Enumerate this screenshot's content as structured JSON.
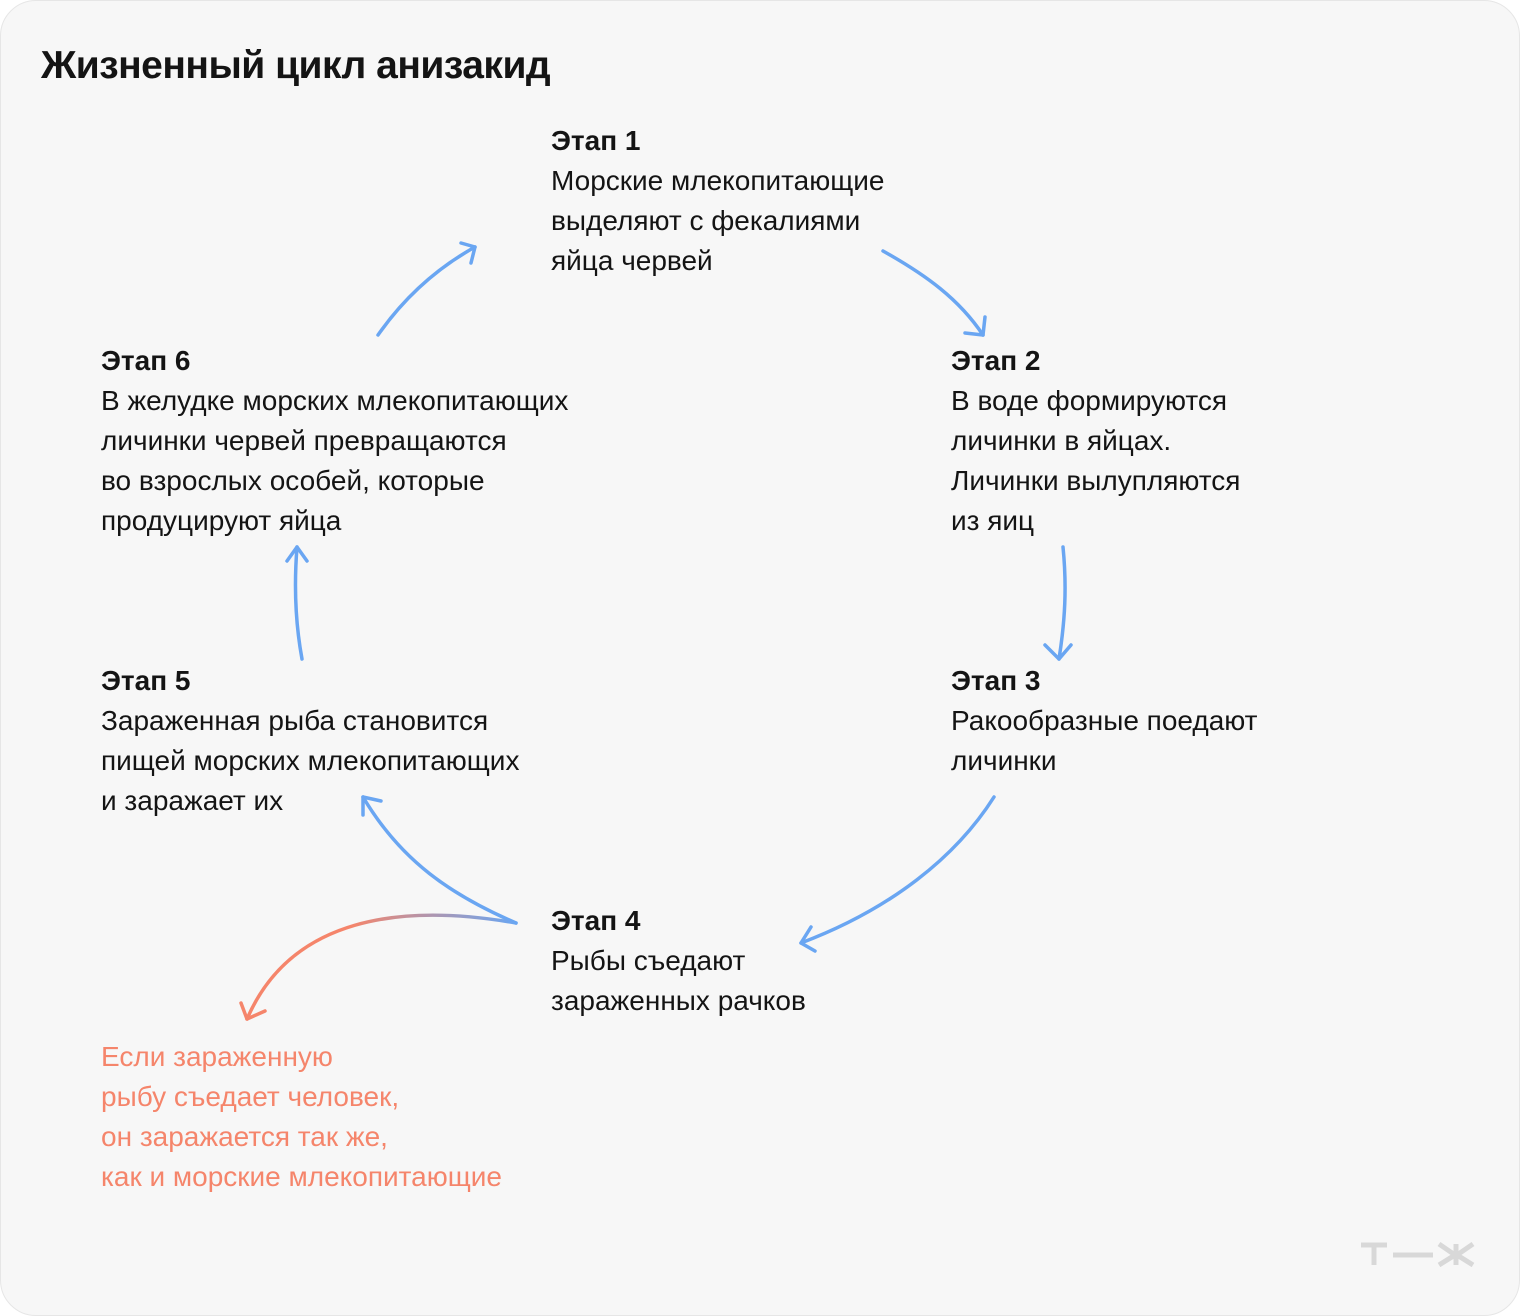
{
  "title": "Жизненный цикл анизакид",
  "stages": [
    {
      "label": "Этап 1",
      "lines": [
        "Морские млекопитающие",
        "выделяют с фекалиями",
        "яйца червей"
      ]
    },
    {
      "label": "Этап 2",
      "lines": [
        "В воде формируются",
        "личинки в яйцах.",
        "Личинки вылупляются",
        "из яиц"
      ]
    },
    {
      "label": "Этап 3",
      "lines": [
        "Ракообразные поедают",
        "личинки"
      ]
    },
    {
      "label": "Этап 4",
      "lines": [
        "Рыбы съедают",
        "зараженных рачков"
      ]
    },
    {
      "label": "Этап 5",
      "lines": [
        "Зараженная рыба становится",
        "пищей морских млекопитающих",
        "и заражает их"
      ]
    },
    {
      "label": "Этап 6",
      "lines": [
        "В желудке морских млекопитающих",
        "личинки червей превращаются",
        "во взрослых особей, которые",
        "продуцируют яйца"
      ]
    }
  ],
  "note": {
    "lines": [
      "Если зараженную",
      "рыбу съедает человек,",
      "он заражается так же,",
      "как и морские млекопитающие"
    ]
  },
  "logo": "Т—Ж",
  "colors": {
    "background": "#f7f7f7",
    "text": "#141414",
    "arrow": "#6aa6f2",
    "note": "#f5856b",
    "logo": "#d8d8d8"
  }
}
